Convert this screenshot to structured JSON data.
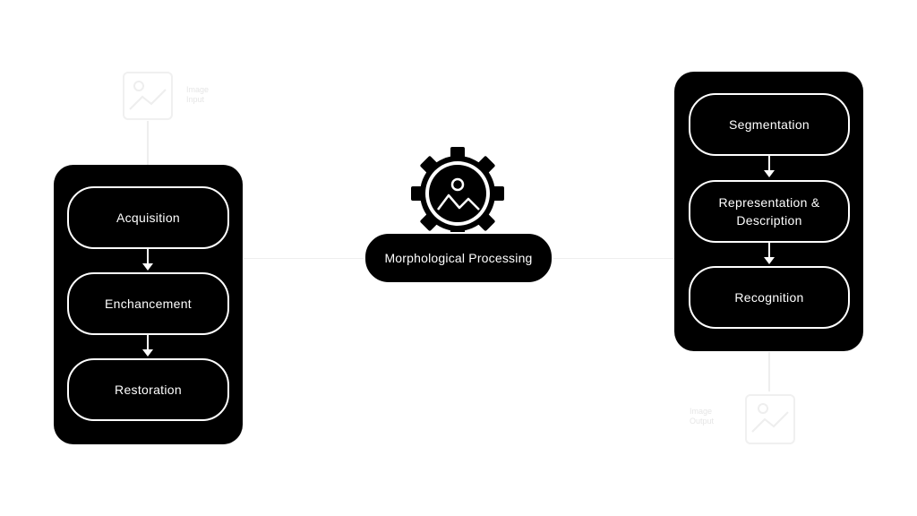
{
  "input": {
    "icon": "image-icon",
    "label_line1": "Image",
    "label_line2": "Input"
  },
  "output": {
    "icon": "image-icon",
    "label_line1": "Image",
    "label_line2": "Output"
  },
  "left_stages": {
    "acquisition": "Acquisition",
    "enhancement": "Enchancement",
    "restoration": "Restoration"
  },
  "center": {
    "icon": "gear-image-icon",
    "label": "Morphological Processing"
  },
  "right_stages": {
    "segmentation": "Segmentation",
    "representation_line1": "Representation &",
    "representation_line2": "Description",
    "recognition": "Recognition"
  },
  "colors": {
    "background": "#ffffff",
    "panel": "#000000",
    "stroke": "#ffffff",
    "faint": "#eeeeee"
  }
}
